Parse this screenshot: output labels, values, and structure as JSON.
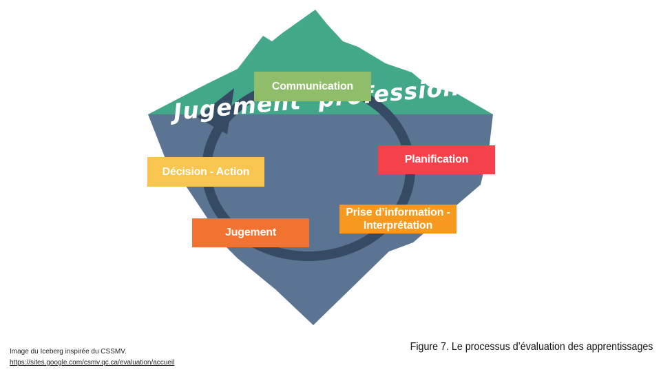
{
  "diagram": {
    "title": "Jugement  professionnel",
    "steps": [
      {
        "id": "communication",
        "label": "Communication",
        "color": "#8fbd6a"
      },
      {
        "id": "planification",
        "label": "Planification",
        "color": "#f5424a"
      },
      {
        "id": "prise-information",
        "label": "Prise d’information - Interprétation",
        "color": "#f6991e"
      },
      {
        "id": "jugement",
        "label": "Jugement",
        "color": "#f27331"
      },
      {
        "id": "decision-action",
        "label": "Décision - Action",
        "color": "#f8c64f"
      }
    ],
    "colors": {
      "iceberg_top": "#43a88a",
      "iceberg_bottom": "#5a7491",
      "cycle_arrow": "#344b63"
    }
  },
  "credit": {
    "line1": "Image du Iceberg inspirée du CSSMV.",
    "url": "https://sites.google.com/csmv.qc.ca/evaluation/accueil"
  },
  "caption": "Figure 7. Le processus d’évaluation des apprentissages"
}
